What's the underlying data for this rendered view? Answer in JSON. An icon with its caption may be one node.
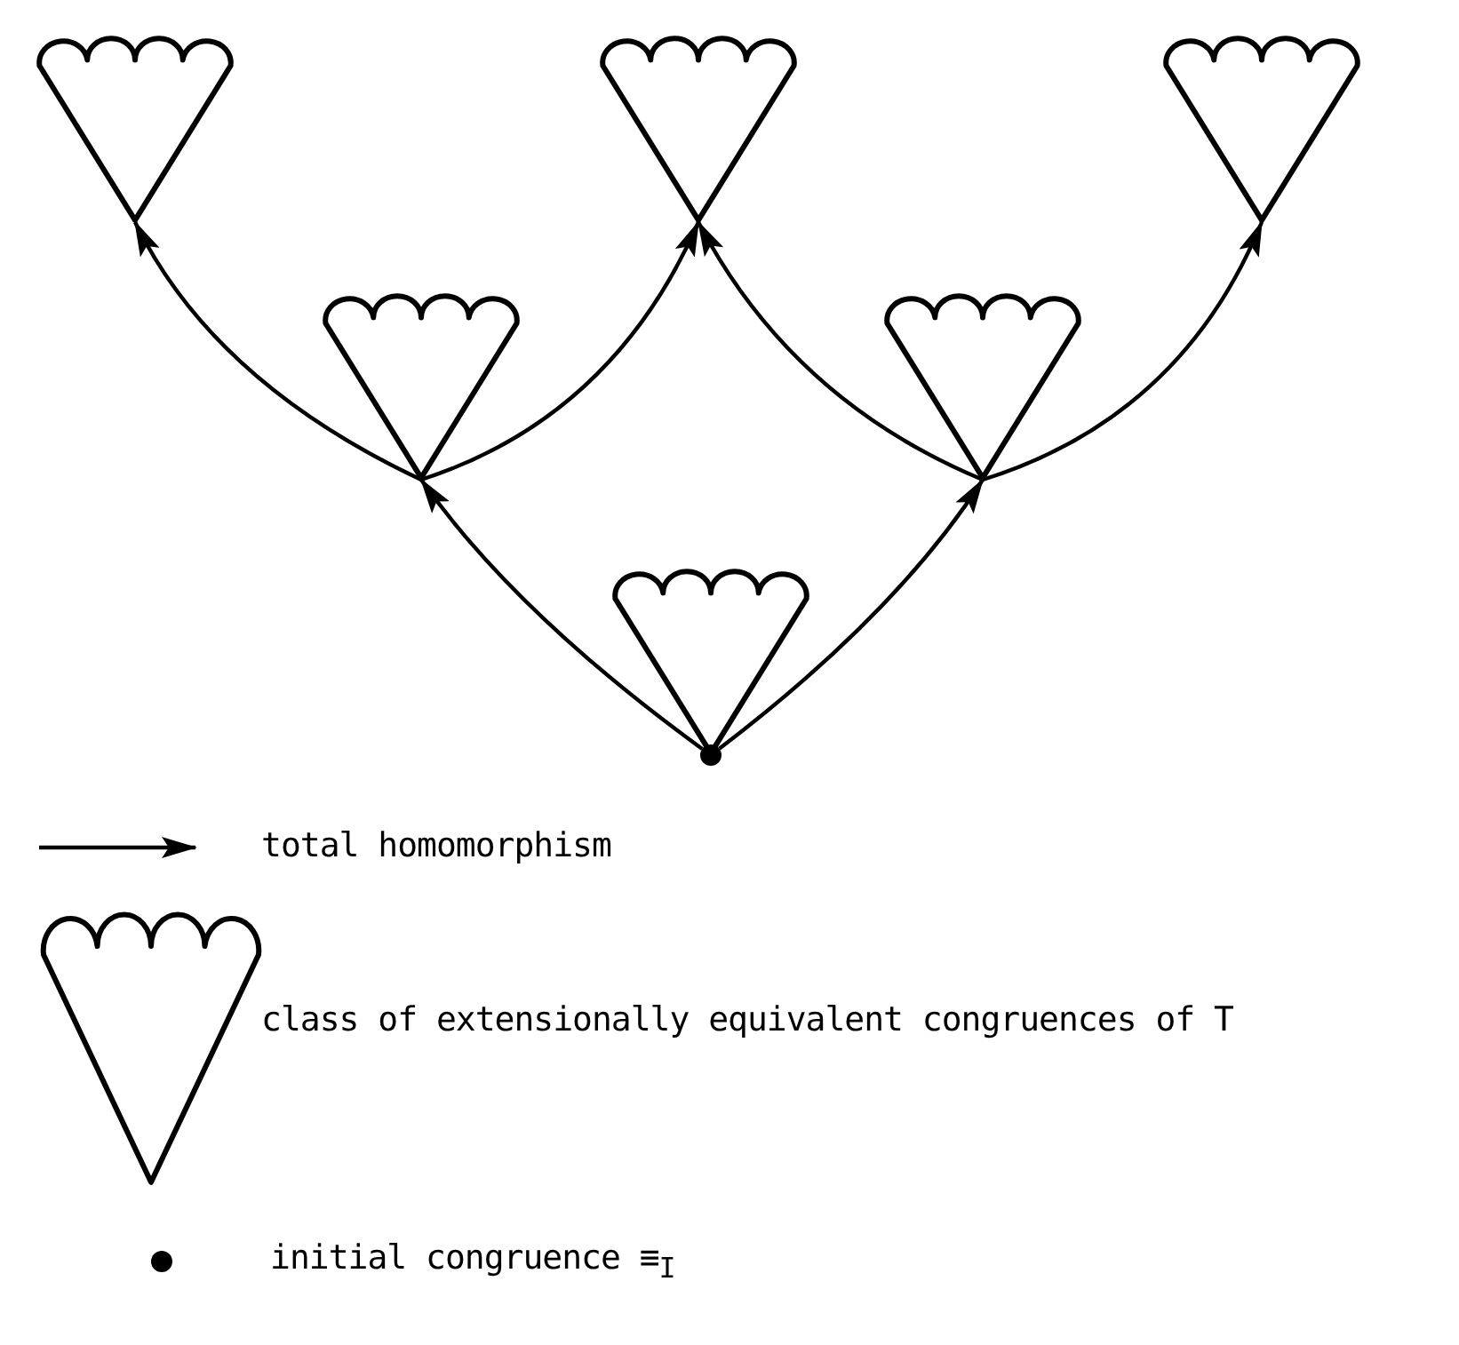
{
  "diagram": {
    "nodes": [
      {
        "text": [],
        "shape": "cone"
      },
      {
        "text": [],
        "shape": "cone"
      },
      {
        "text": [],
        "shape": "cone"
      },
      {
        "text": [],
        "shape": "cone"
      },
      {
        "text": [],
        "shape": "cone"
      },
      {
        "text": [],
        "shape": "cone"
      },
      {
        "text": [],
        "shape": "circle"
      }
    ],
    "edges": [
      {
        "from": 6,
        "to": 3,
        "arrow": "to"
      },
      {
        "from": 6,
        "to": 4,
        "arrow": "to"
      },
      {
        "from": 3,
        "to": 0,
        "arrow": "to"
      },
      {
        "from": 3,
        "to": 1,
        "arrow": "to"
      },
      {
        "from": 4,
        "to": 1,
        "arrow": "to"
      },
      {
        "from": 4,
        "to": 2,
        "arrow": "to"
      }
    ],
    "legend": [
      {
        "text": "total homomorphism"
      },
      {
        "text": "class of extensionally equivalent congruences of T"
      },
      {
        "text": "initial congruence ≡$_{I}$"
      }
    ]
  }
}
